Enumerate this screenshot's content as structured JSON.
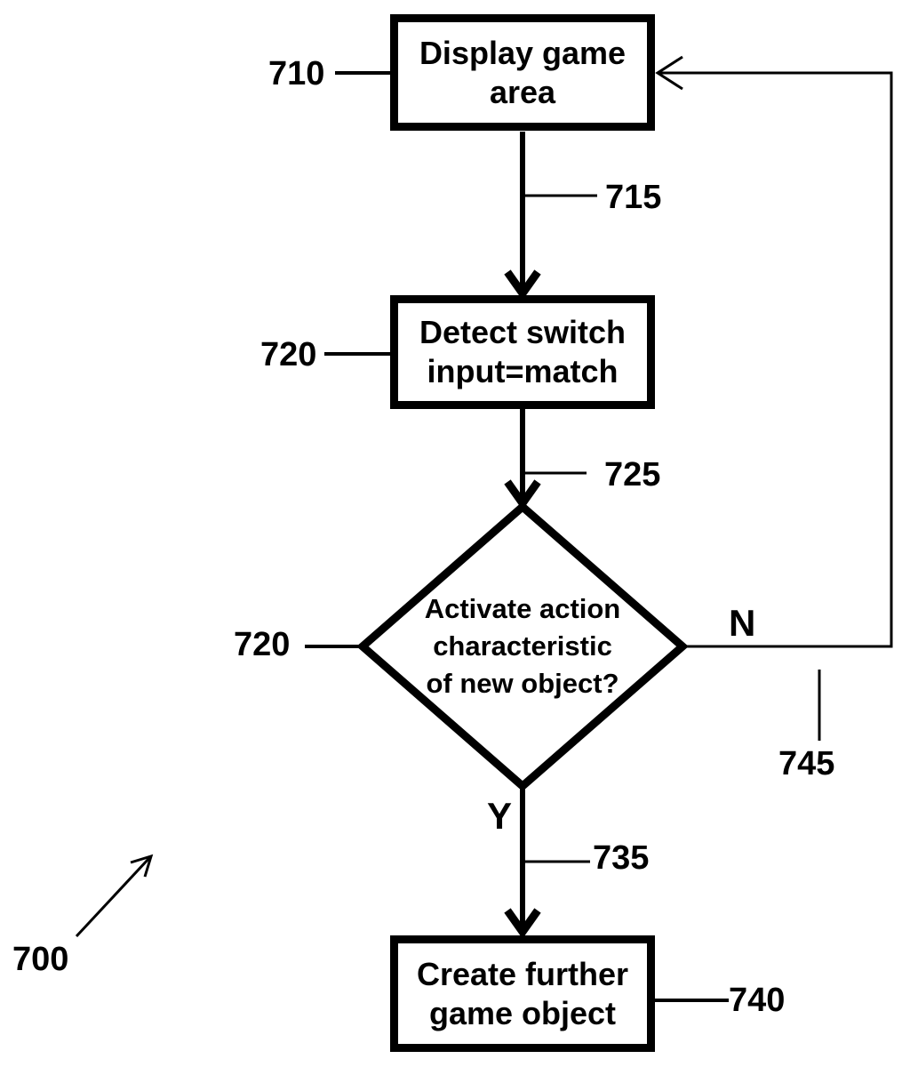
{
  "colors": {
    "ink": "#000000",
    "paper": "#ffffff"
  },
  "figure": {
    "ref": "700",
    "branch_labels": {
      "no": "N",
      "yes": "Y"
    },
    "nodes": {
      "display_game_area": {
        "type": "process",
        "ref": "710",
        "line1": "Display game",
        "line2": "area"
      },
      "detect_switch": {
        "type": "process",
        "ref": "720",
        "line1": "Detect switch",
        "line2": "input=match"
      },
      "activate_action": {
        "type": "decision",
        "ref": "720",
        "line1": "Activate action",
        "line2": "characteristic",
        "line3": "of new object?"
      },
      "create_further": {
        "type": "process",
        "ref": "740",
        "line1": "Create further",
        "line2": "game object"
      }
    },
    "edges": {
      "display_to_detect": {
        "ref": "715"
      },
      "detect_to_decision": {
        "ref": "725"
      },
      "decision_to_create": {
        "ref": "735"
      },
      "loop_back_to_display": {
        "ref": "745"
      }
    }
  }
}
